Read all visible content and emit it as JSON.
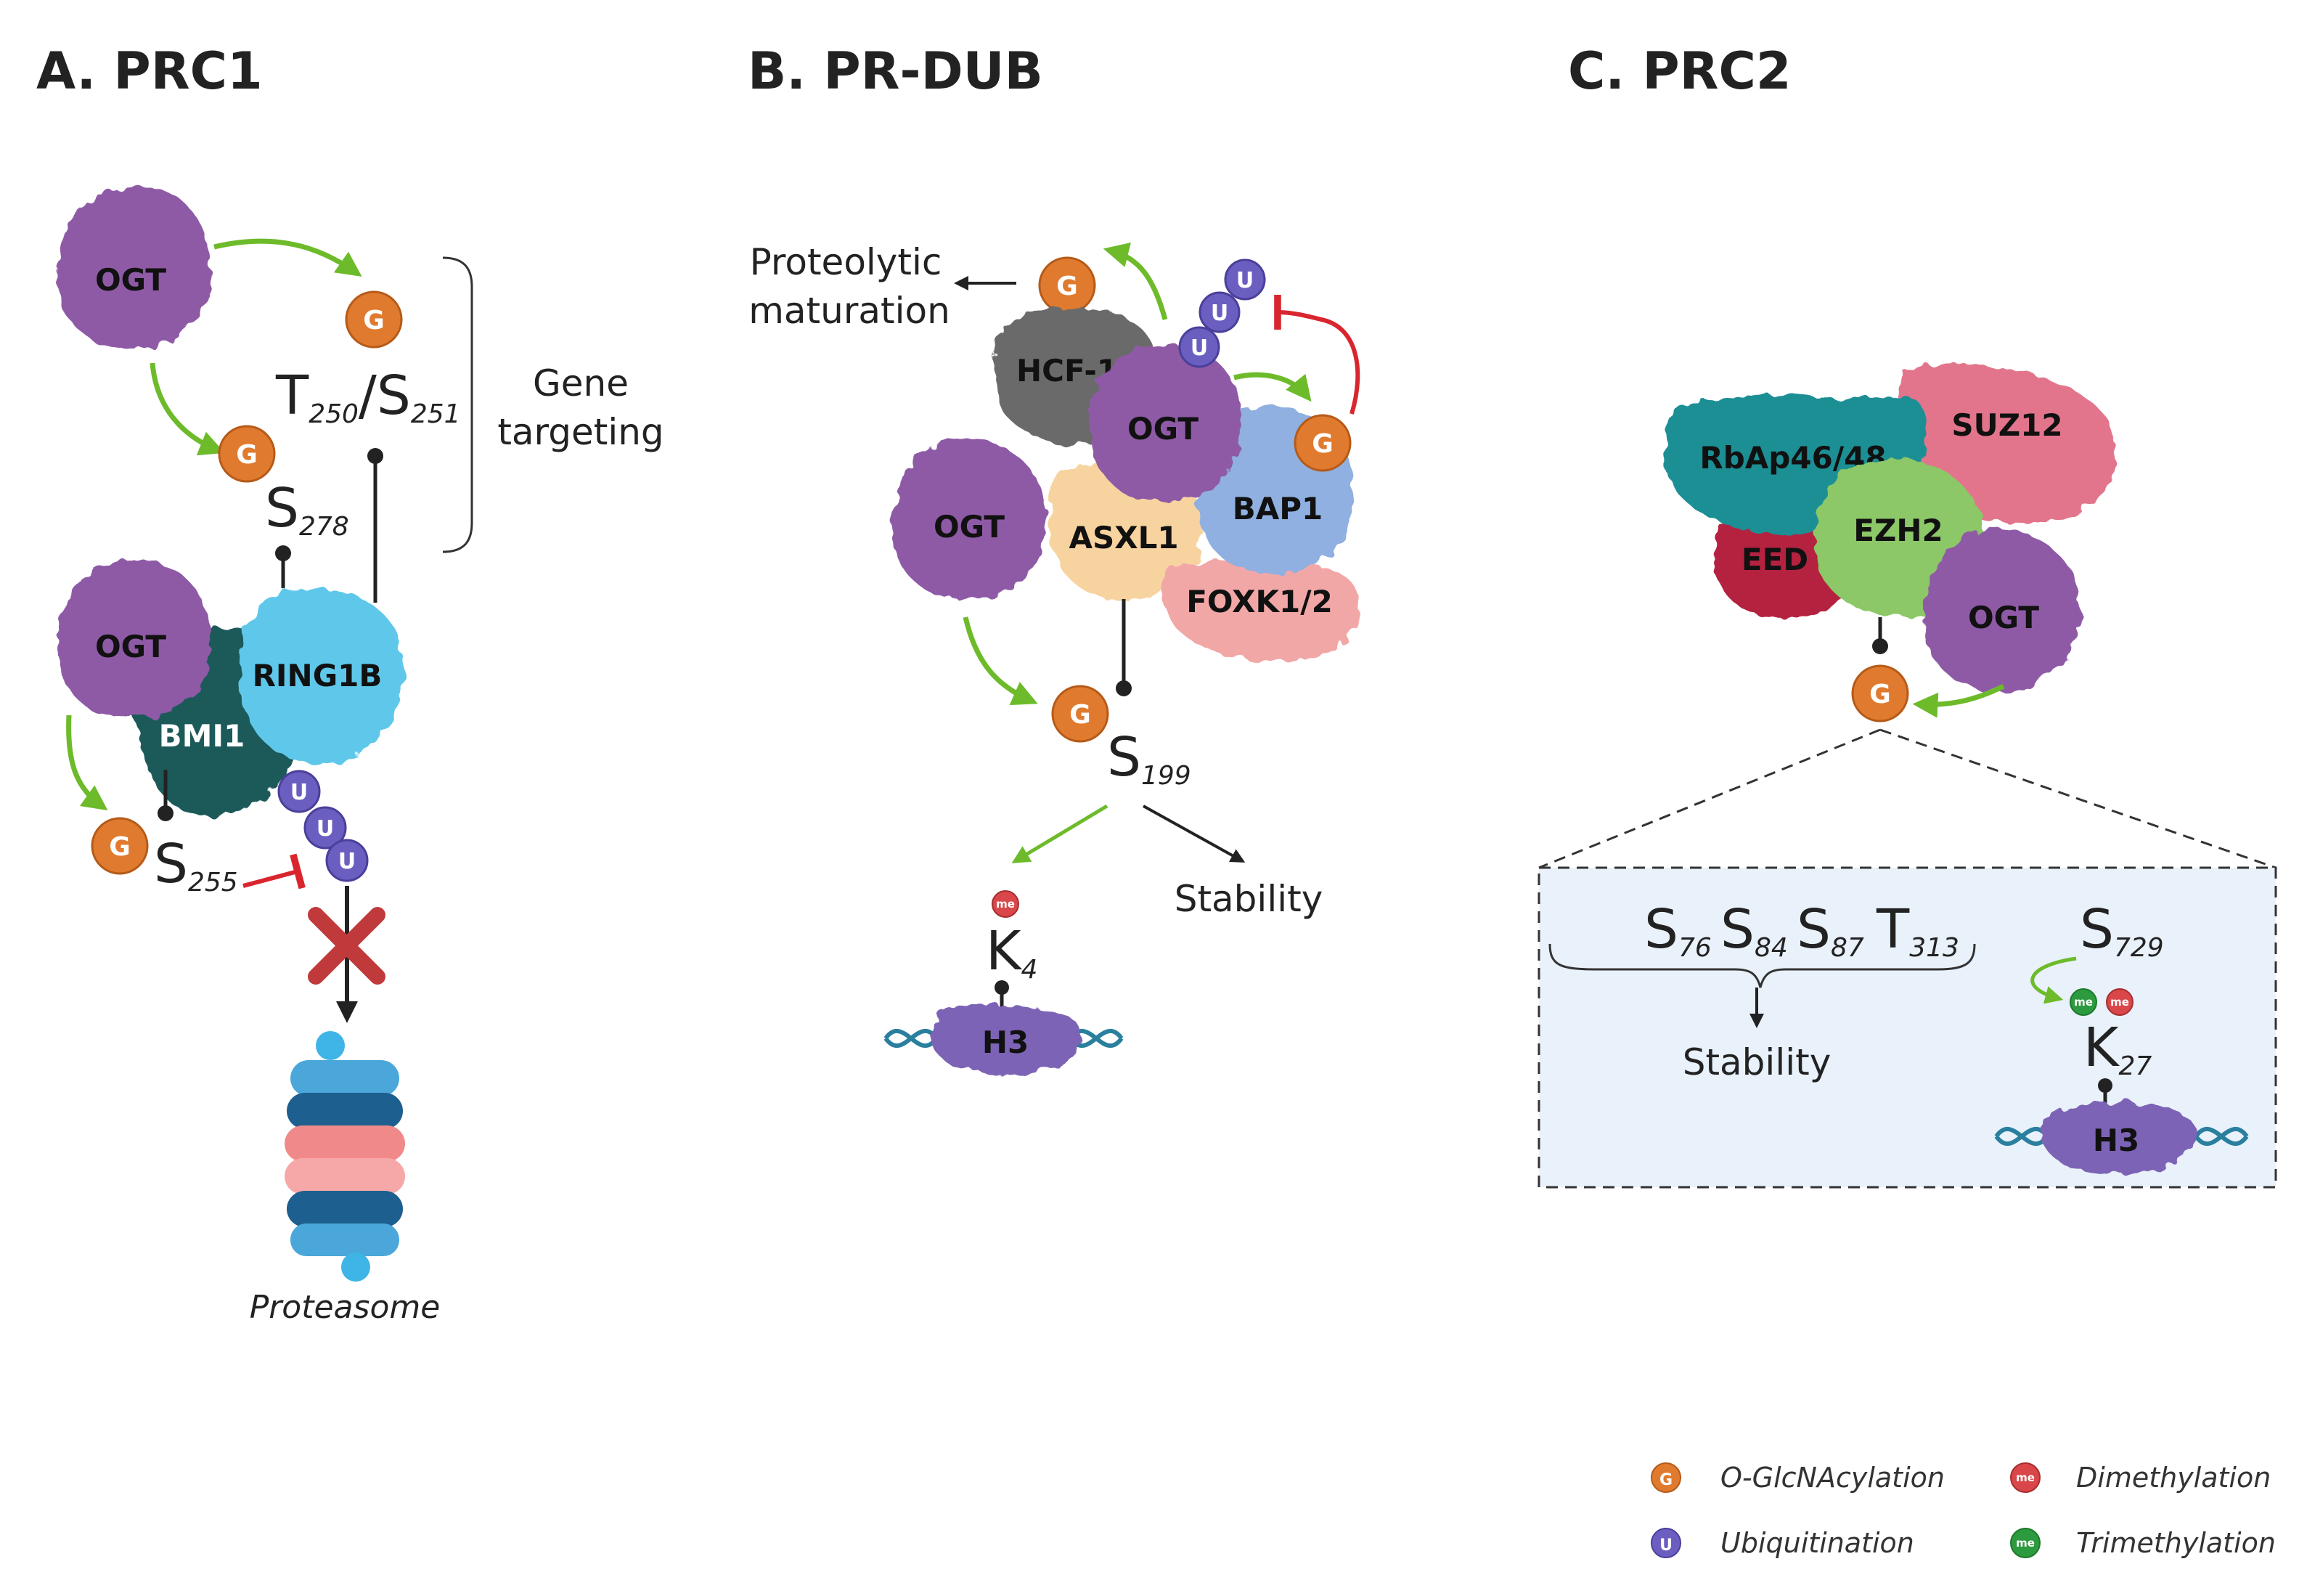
{
  "panels": {
    "a": {
      "title": "A. PRC1",
      "proteins": {
        "ogt_top": "OGT",
        "ogt_bottom": "OGT",
        "ring1b": "RING1B",
        "bmi1": "BMI1"
      },
      "sites": {
        "t250": {
          "letter": "T",
          "num": "250"
        },
        "slash": "/",
        "s251": {
          "letter": "S",
          "num": "251"
        },
        "s278": {
          "letter": "S",
          "num": "278"
        },
        "s255": {
          "letter": "S",
          "num": "255"
        }
      },
      "gene_targeting": [
        "Gene",
        "targeting"
      ],
      "proteasome": "Proteasome"
    },
    "b": {
      "title": "B. PR-DUB",
      "proteins": {
        "hcf1": "HCF-1",
        "ogt_center": "OGT",
        "ogt_left": "OGT",
        "asxl1": "ASXL1",
        "bap1": "BAP1",
        "foxk": "FOXK1/2",
        "h3": "H3"
      },
      "proteolytic": [
        "Proteolytic",
        "maturation"
      ],
      "sites": {
        "s199": {
          "letter": "S",
          "num": "199"
        },
        "k4": {
          "letter": "K",
          "num": "4"
        }
      },
      "stability": "Stability"
    },
    "c": {
      "title": "C. PRC2",
      "proteins": {
        "rbap": "RbAp46/48",
        "suz12": "SUZ12",
        "eed": "EED",
        "ezh2": "EZH2",
        "ogt": "OGT",
        "h3": "H3"
      },
      "sites": {
        "s76": {
          "letter": "S",
          "num": "76"
        },
        "s84": {
          "letter": "S",
          "num": "84"
        },
        "s87": {
          "letter": "S",
          "num": "87"
        },
        "t313": {
          "letter": "T",
          "num": "313"
        },
        "s729": {
          "letter": "S",
          "num": "729"
        },
        "k27": {
          "letter": "K",
          "num": "27"
        }
      },
      "stability": "Stability"
    }
  },
  "badges": {
    "g": "G",
    "u": "U",
    "me": "me"
  },
  "legend": [
    {
      "badge": "G",
      "label": "O-GlcNAcylation",
      "color": "#e07a2e"
    },
    {
      "badge": "me",
      "label": "Dimethylation",
      "color": "#d9474a"
    },
    {
      "badge": "U",
      "label": "Ubiquitination",
      "color": "#6a5fc0"
    },
    {
      "badge": "me",
      "label": "Trimethylation",
      "color": "#2c9a3e"
    }
  ],
  "colors": {
    "ogt": "#8e5aa6",
    "ring1b": "#5fc8ea",
    "bmi1": "#1f5a5a",
    "hcf1": "#6b6b6b",
    "asxl1": "#f7d3a0",
    "bap1": "#8fb0e0",
    "foxk": "#f2a7a7",
    "rbap": "#1f8f95",
    "suz12": "#e2758c",
    "eed": "#b4243f",
    "ezh2": "#8cc767",
    "h3": "#7d63b5",
    "glcnac": "#e07a2e",
    "ubiquitin": "#6a5fc0",
    "dimethyl": "#d9474a",
    "trimethyl": "#2c9a3e",
    "activation_arrow": "#6dbb2a",
    "inhibition": "#d9262e",
    "block_x": "#c0393b",
    "dna": "#2a7f9e",
    "inset_bg": "#e9f1fb"
  }
}
